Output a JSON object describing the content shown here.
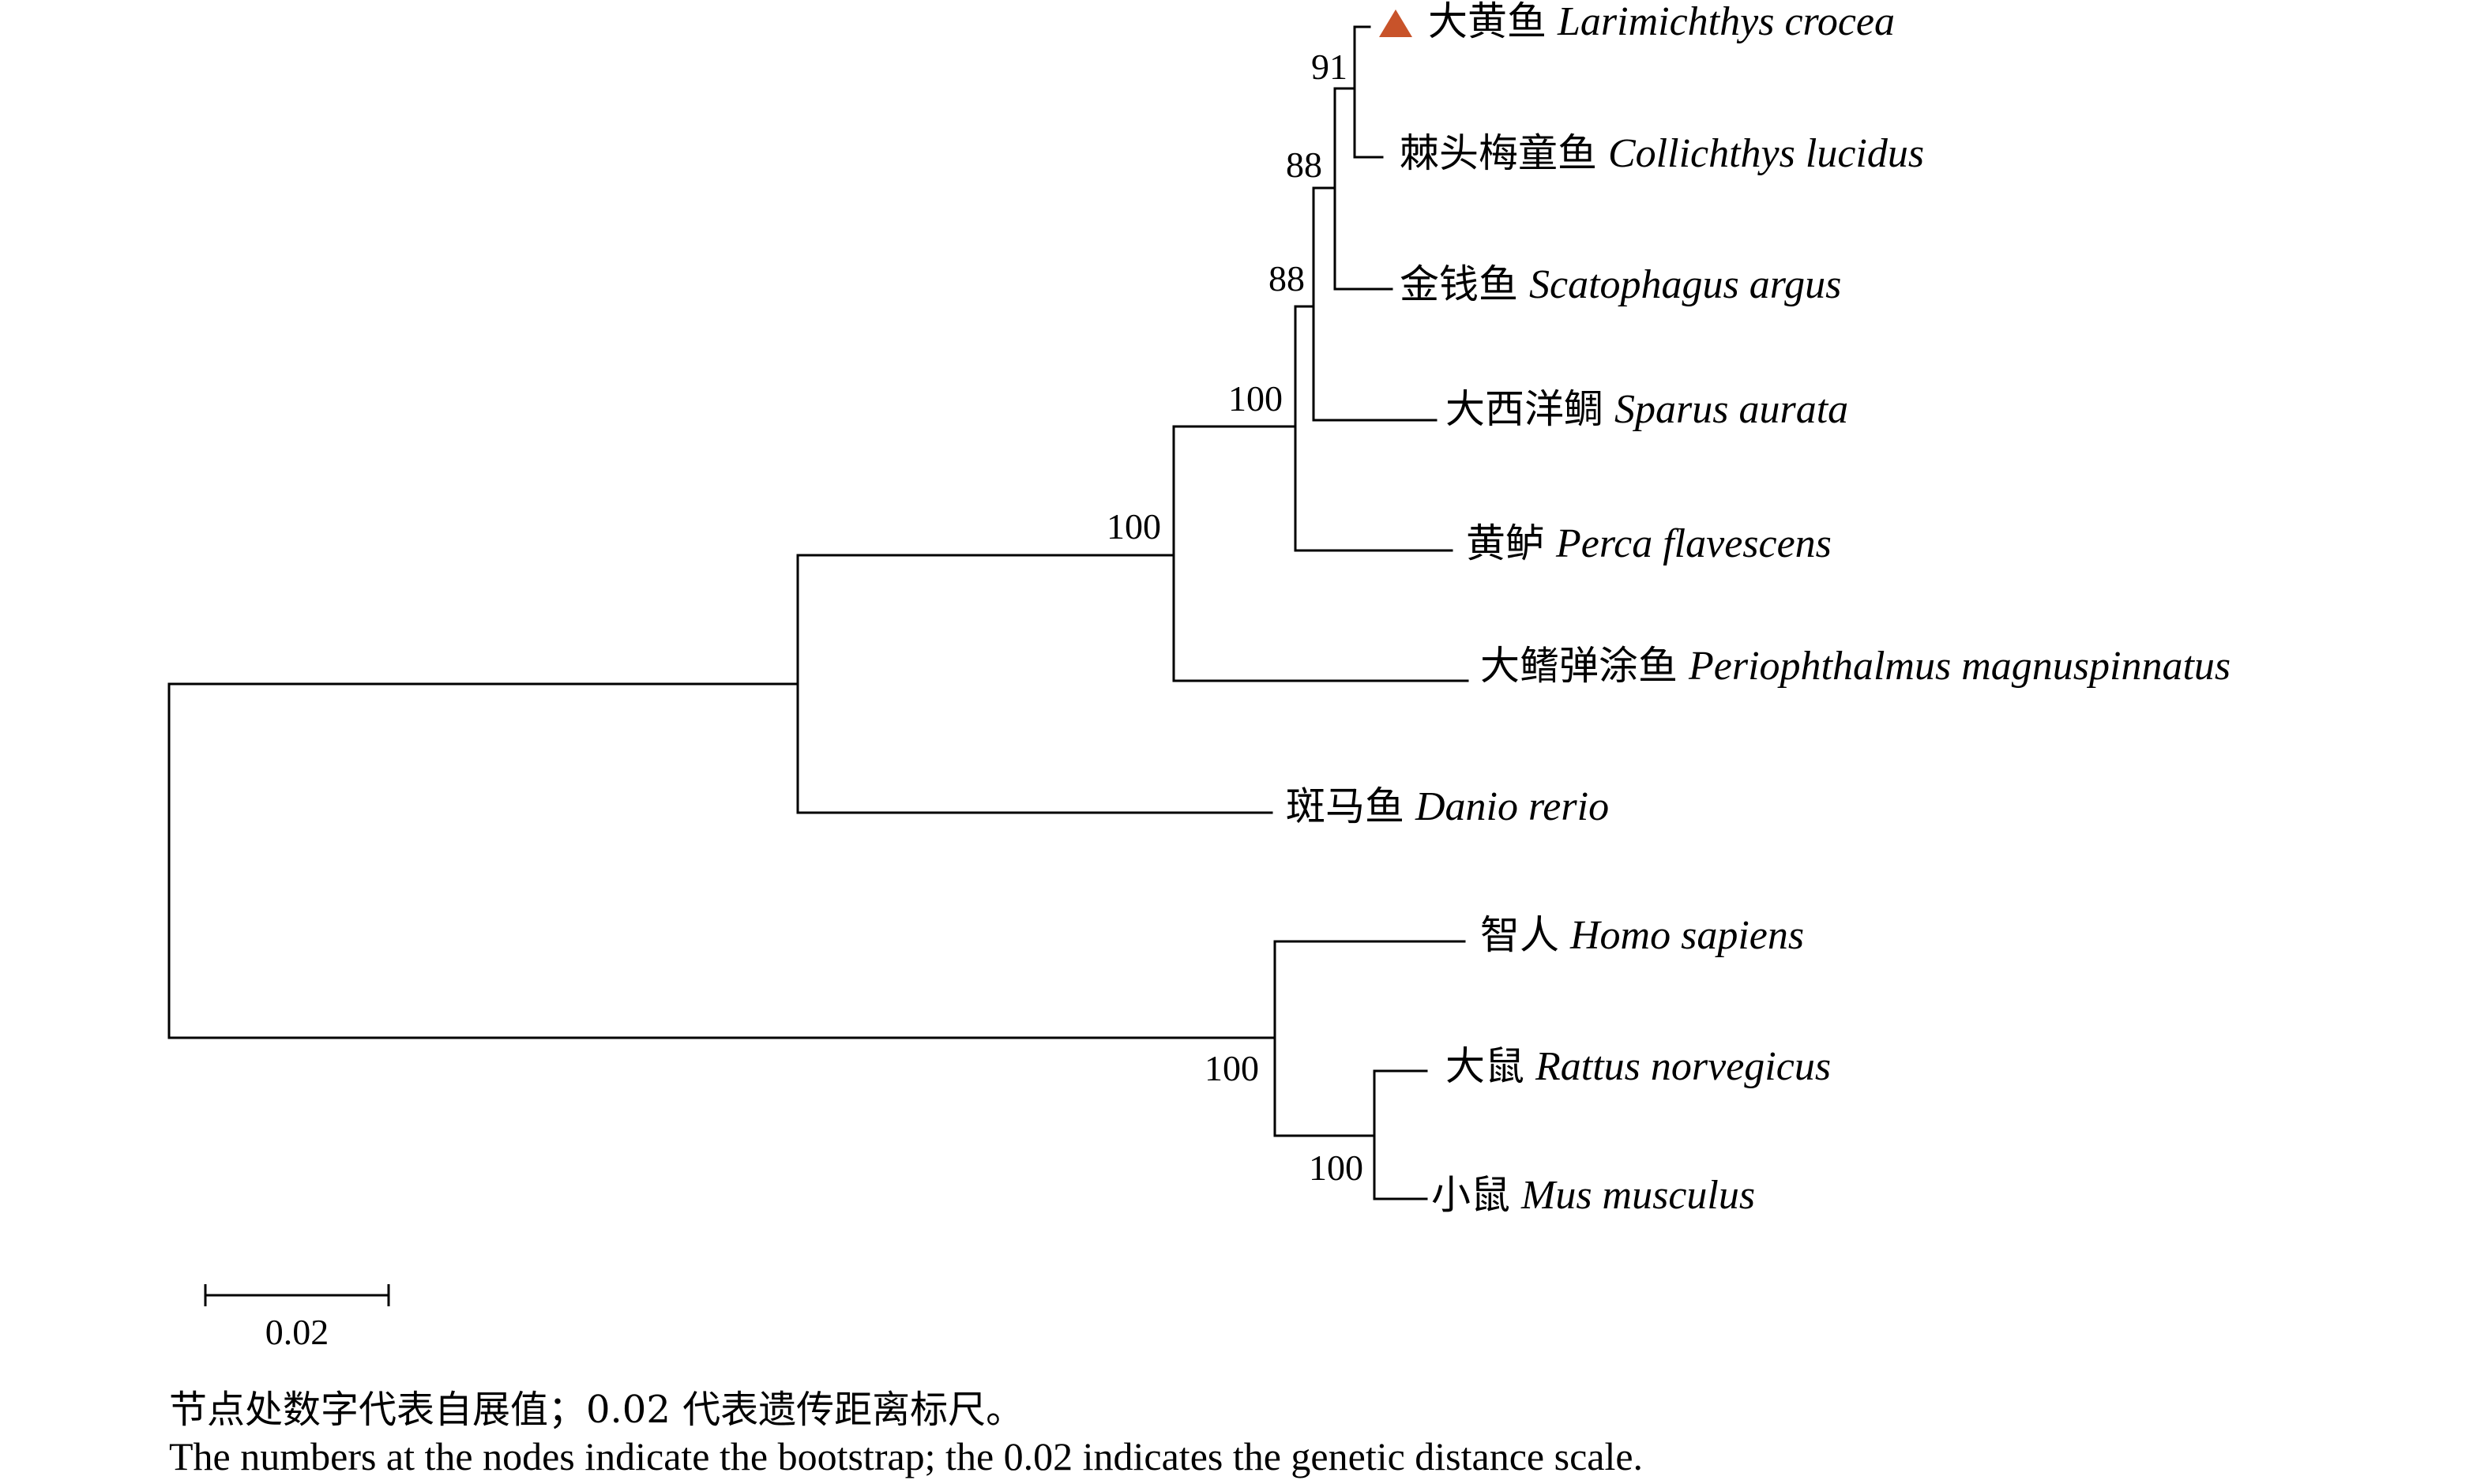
{
  "tree": {
    "taxa": [
      {
        "id": "larimichthys",
        "cn": "大黄鱼",
        "latin": "Larimichthys crocea",
        "highlight": true
      },
      {
        "id": "collichthys",
        "cn": "棘头梅童鱼",
        "latin": "Collichthys lucidus"
      },
      {
        "id": "scatophagus",
        "cn": "金钱鱼",
        "latin": "Scatophagus argus"
      },
      {
        "id": "sparus",
        "cn": "大西洋鲷",
        "latin": "Sparus aurata"
      },
      {
        "id": "perca",
        "cn": "黄鲈",
        "latin": "Perca flavescens"
      },
      {
        "id": "periophthalmus",
        "cn": "大鳍弹涂鱼",
        "latin": "Periophthalmus magnuspinnatus"
      },
      {
        "id": "danio",
        "cn": "斑马鱼",
        "latin": "Danio rerio"
      },
      {
        "id": "homo",
        "cn": "智人",
        "latin": "Homo sapiens"
      },
      {
        "id": "rattus",
        "cn": "大鼠",
        "latin": "Rattus norvegicus"
      },
      {
        "id": "mus",
        "cn": "小鼠",
        "latin": "Mus musculus"
      }
    ],
    "bootstrap": {
      "larimichthys_collichthys": "91",
      "sciaenid_scatophagus": "88",
      "plus_sparus": "88",
      "plus_perca": "100",
      "plus_periophthalmus": "100",
      "mammals": "100",
      "rodents": "100"
    },
    "scale_bar_label": "0.02",
    "highlight_marker": "triangle-marker",
    "highlight_color": "#C8532A",
    "line_color": "#000000"
  },
  "caption": {
    "cn": "节点处数字代表自展值；0.02 代表遗传距离标尺。",
    "en": "The numbers at the nodes indicate the bootstrap; the 0.02 indicates the genetic distance scale."
  }
}
